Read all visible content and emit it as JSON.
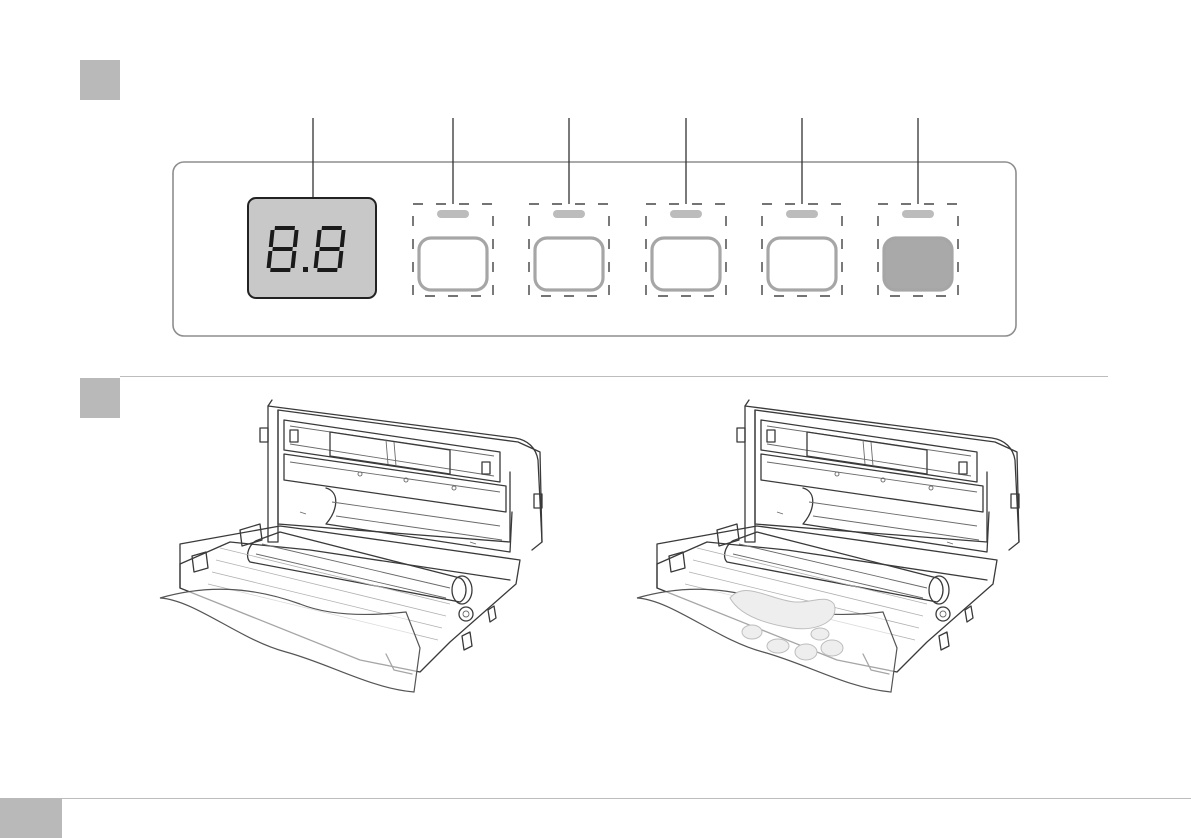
{
  "display": {
    "readout": "8.8"
  },
  "control_panel": {
    "button_count": 5,
    "callout_count": 6,
    "button_colors": {
      "outline": "#a6a6a6",
      "led": "#bcbcbc",
      "active_fill": "#a9a9a9",
      "display_bg": "#c8c8c8"
    }
  },
  "illustrations": [
    {
      "subject": "vacuum-sealer-open-with-empty-bag"
    },
    {
      "subject": "vacuum-sealer-open-with-food-bag"
    }
  ]
}
